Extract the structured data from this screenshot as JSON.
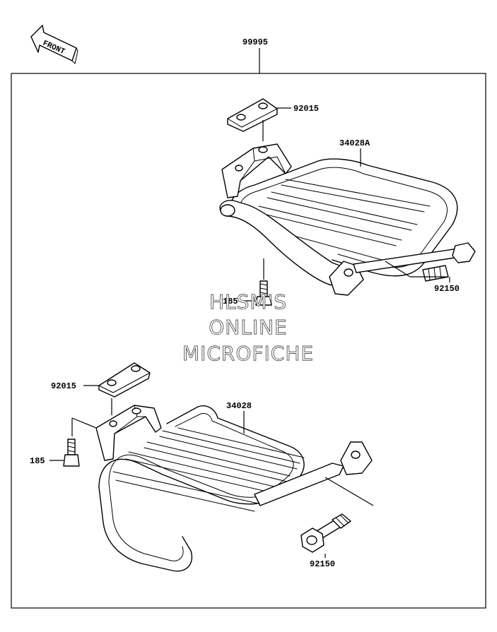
{
  "front_indicator": {
    "label": "FRONT"
  },
  "assembly": {
    "part_number": "99995"
  },
  "upper": {
    "rack": "34028A",
    "pad": "92015",
    "bolt": "92150",
    "small_bolt": "185"
  },
  "lower": {
    "rack": "34028",
    "pad": "92015",
    "bolt": "92150",
    "small_bolt": "185"
  },
  "watermark": {
    "line1": "HLSM'S",
    "line2": "ONLINE",
    "line3": "MICROFICHE"
  }
}
